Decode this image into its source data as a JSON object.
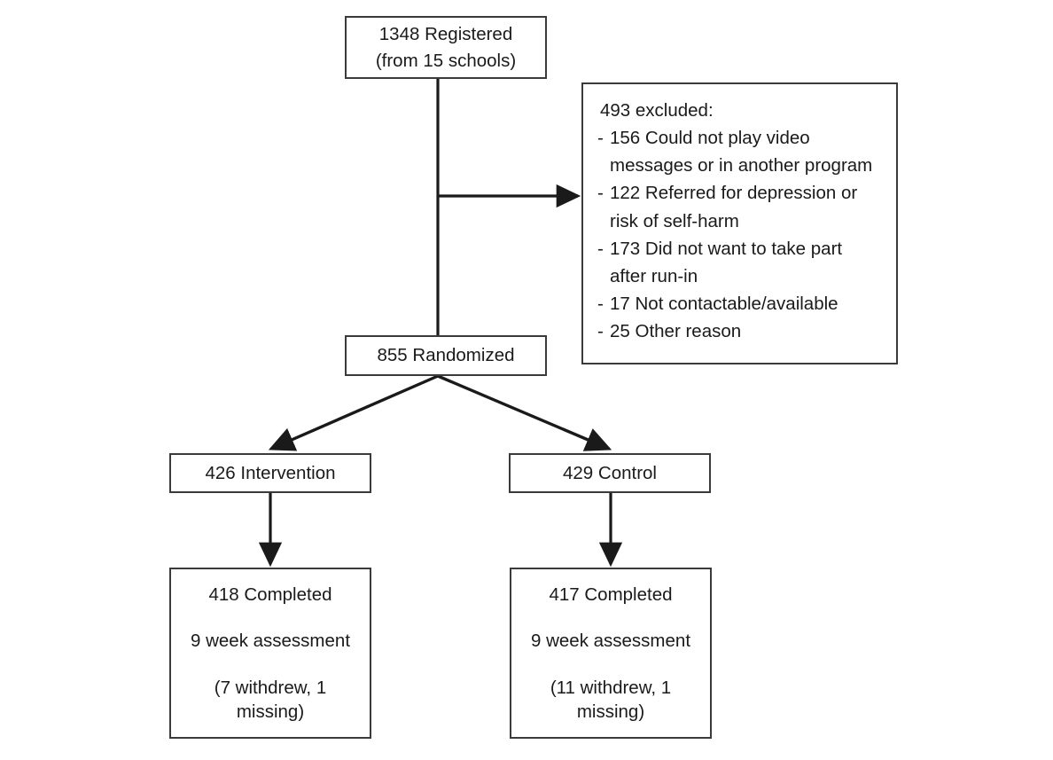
{
  "diagram": {
    "type": "consort-flow-diagram",
    "line_color": "#3a3a3a",
    "text_color": "#1a1a1a",
    "background": "#ffffff"
  },
  "nodes": {
    "registered": {
      "line1": "1348 Registered",
      "line2": "(from 15 schools)",
      "count": 1348,
      "schools": 15
    },
    "excluded": {
      "heading": "493 excluded:",
      "count": 493,
      "reasons": [
        {
          "dash": "-",
          "count": 156,
          "text": "156 Could not play video messages or in another program"
        },
        {
          "dash": "-",
          "count": 122,
          "text": "122 Referred for depression or risk of self-harm"
        },
        {
          "dash": "-",
          "count": 173,
          "text": "173 Did not want to take part after run-in"
        },
        {
          "dash": "-",
          "count": 17,
          "text": "17 Not contactable/available"
        },
        {
          "dash": "-",
          "count": 25,
          "text": "25 Other reason"
        }
      ]
    },
    "randomized": {
      "label": "855 Randomized",
      "count": 855
    },
    "intervention": {
      "label": "426 Intervention",
      "count": 426
    },
    "control": {
      "label": "429 Control",
      "count": 429
    },
    "intervention_completed": {
      "line1": "418 Completed",
      "line2": "9 week assessment",
      "line3a": "(7 withdrew, 1",
      "line3b": "missing)",
      "completed": 418,
      "withdrew": 7,
      "missing": 1,
      "timepoint": "9 week assessment"
    },
    "control_completed": {
      "line1": "417 Completed",
      "line2": "9 week assessment",
      "line3a": "(11 withdrew, 1",
      "line3b": "missing)",
      "completed": 417,
      "withdrew": 11,
      "missing": 1,
      "timepoint": "9 week assessment"
    }
  },
  "connectors": [
    {
      "name": "registered-to-randomized",
      "from": "registered",
      "to": "randomized",
      "style": "plain-line"
    },
    {
      "name": "registered-to-excluded",
      "from": "registered",
      "to": "excluded",
      "style": "arrow-right"
    },
    {
      "name": "randomized-to-intervention",
      "from": "randomized",
      "to": "intervention",
      "style": "arrow-diagonal-left"
    },
    {
      "name": "randomized-to-control",
      "from": "randomized",
      "to": "control",
      "style": "arrow-diagonal-right"
    },
    {
      "name": "intervention-to-completed",
      "from": "intervention",
      "to": "intervention_completed",
      "style": "arrow-down"
    },
    {
      "name": "control-to-completed",
      "from": "control",
      "to": "control_completed",
      "style": "arrow-down"
    }
  ]
}
